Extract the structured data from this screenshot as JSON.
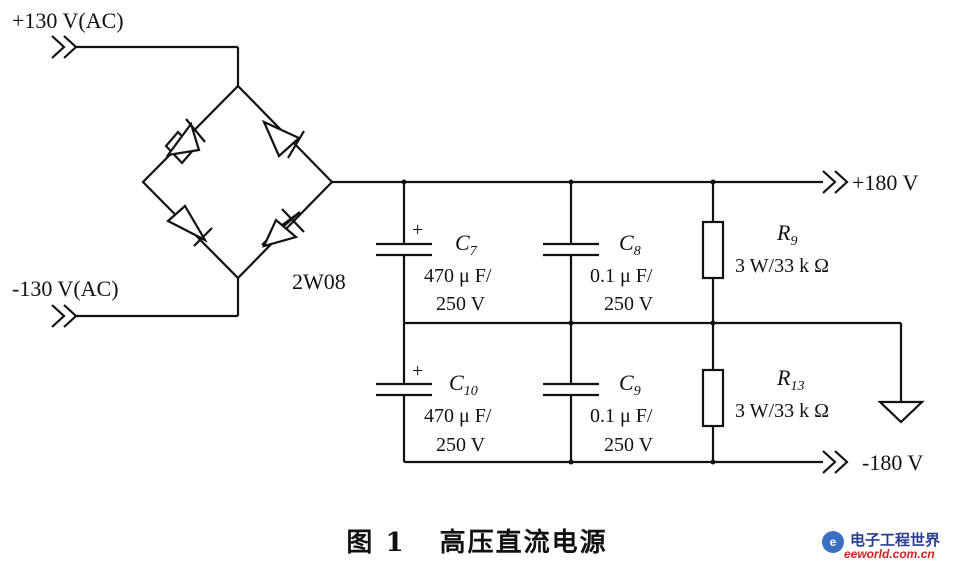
{
  "labels": {
    "ac_pos": "+130 V(AC)",
    "ac_neg": "-130 V(AC)",
    "bridge": "2W08",
    "out_pos": "+180 V",
    "out_neg": "-180 V",
    "c7_letter": "C",
    "c7_sub": "7",
    "c7_value": "470 μ F/",
    "c7_volt": "250 V",
    "c8_letter": "C",
    "c8_sub": "8",
    "c8_value": "0.1 μ F/",
    "c8_volt": "250 V",
    "c10_letter": "C",
    "c10_sub": "10",
    "c10_value": "470 μ F/",
    "c10_volt": "250 V",
    "c9_letter": "C",
    "c9_sub": "9",
    "c9_value": "0.1 μ F/",
    "c9_volt": "250 V",
    "r9_letter": "R",
    "r9_sub": "9",
    "r9_value": "3 W/33 k Ω",
    "r13_letter": "R",
    "r13_sub": "13",
    "r13_value": "3 W/33 k Ω",
    "plus_top": "+",
    "plus_bottom": "+"
  },
  "caption": {
    "figure": "图 1",
    "title": "高压直流电源"
  },
  "watermark": {
    "mark": "e",
    "line1": "电子工程世界",
    "line2": "eeworld.com.cn"
  }
}
